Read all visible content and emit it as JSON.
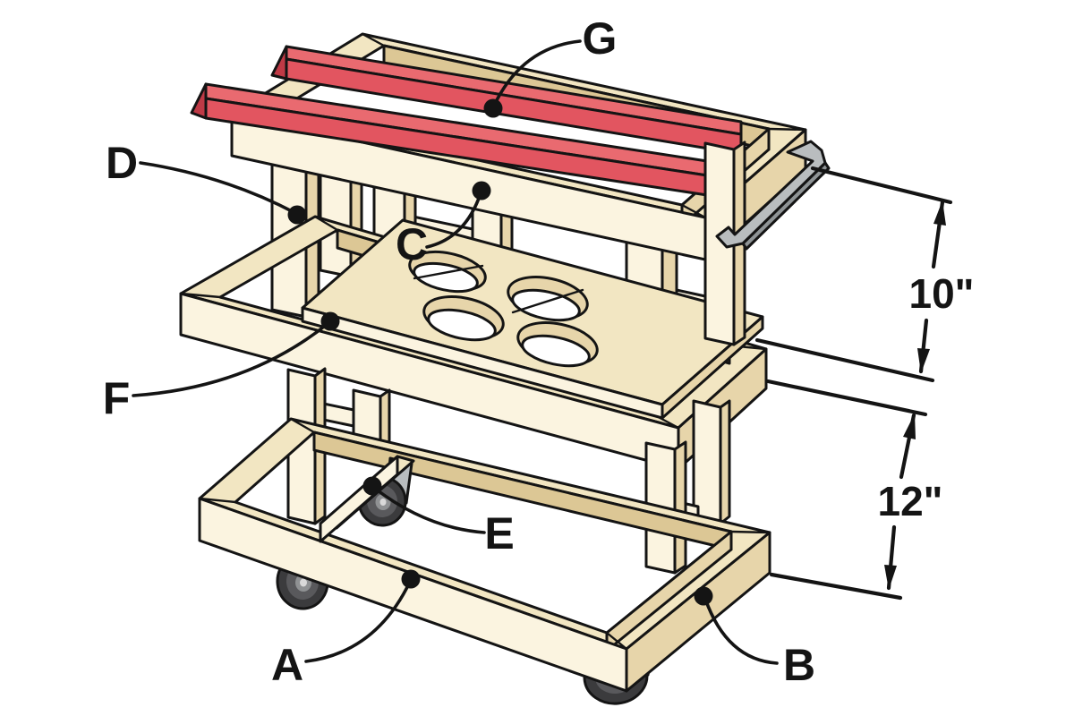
{
  "labels": {
    "a": "A",
    "b": "B",
    "c": "C",
    "d": "D",
    "e": "E",
    "f": "F",
    "g": "G"
  },
  "dimensions": {
    "upper_gap": "10\"",
    "lower_gap": "12\""
  },
  "palette": {
    "background": "#ffffff",
    "ink": "#141414",
    "wood_light": "#fbf4e0",
    "wood_top": "#f2e6c2",
    "wood_side": "#e7d5aa",
    "wood_shadow": "#dcc795",
    "rail_red": "#e25560",
    "rail_red_light": "#e96a70",
    "rail_red_dark": "#bf3a46",
    "metal_gray": "#b9bdbf",
    "metal_gray_dark": "#8f9496",
    "wheel_dark": "#3b3b3d",
    "wheel_mid": "#59595c",
    "wheel_hub": "#8f9193",
    "wheel_cap": "#d9d9d9"
  }
}
